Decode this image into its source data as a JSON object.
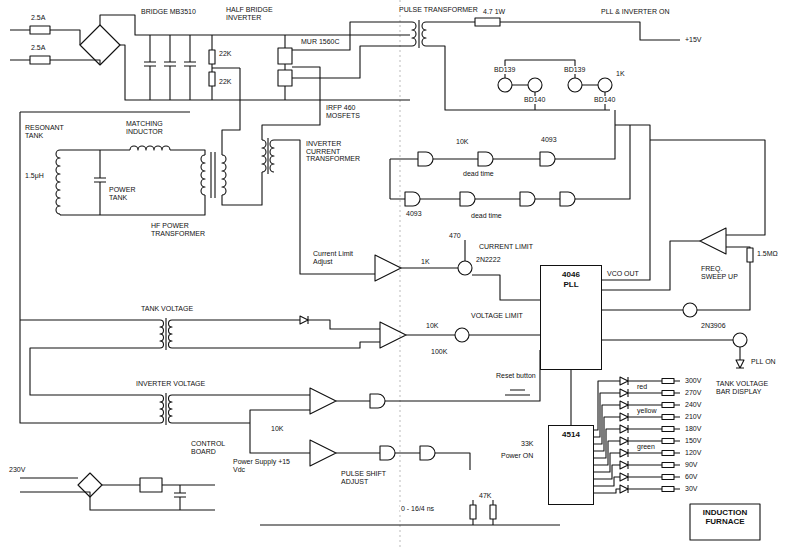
{
  "diagram": {
    "title": "INDUCTION FURNACE",
    "nodes": [
      {
        "text": [
          "4046",
          "PLL"
        ]
      },
      {
        "text": [
          "4514"
        ]
      }
    ],
    "edges": [
      {
        "from": 0,
        "to": 1,
        "arrow": "none"
      }
    ],
    "labels": [
      "2.5A",
      "2.5A",
      "BRIDGE MB3510",
      "HALF BRIDGE INVERTER",
      "MUR 1560C",
      "IRFP 460 MOSFETS",
      "22K",
      "22K",
      "PULSE TRANSFORMER",
      "4.7 1W",
      "BD139",
      "BD140",
      "BD139",
      "BD140",
      "1K",
      "PLL & INVERTER ON",
      "+15V",
      "RESONANT TANK",
      "1.5μH",
      "POWER TANK",
      "MATCHING INDUCTOR",
      "HF POWER TRANSFORMER",
      "INVERTER CURRENT TRANSFORMER",
      "4093",
      "dead time",
      "dead time",
      "10K",
      "4093",
      "470",
      "CURRENT LIMIT",
      "2N2222",
      "1K",
      "Current Limit Adjust",
      "TANK VOLTAGE",
      "10K",
      "100K",
      "VOLTAGE LIMIT",
      "Reset button",
      "VCO OUT",
      "FREQ. SWEEP UP",
      "1.5MΩ",
      "2N3906",
      "PLL ON",
      "INVERTER VOLTAGE",
      "10K",
      "PULSE SHIFT ADJUST",
      "0 - 16/4 ns",
      "230V",
      "CONTROL BOARD",
      "Power Supply +15 Vdc",
      "Power ON",
      "33K",
      "47K",
      "red",
      "yellow",
      "green",
      "300V",
      "270V",
      "240V",
      "210V",
      "180V",
      "150V",
      "120V",
      "90V",
      "60V",
      "30V",
      "TANK VOLTAGE BAR DISPLAY"
    ]
  }
}
